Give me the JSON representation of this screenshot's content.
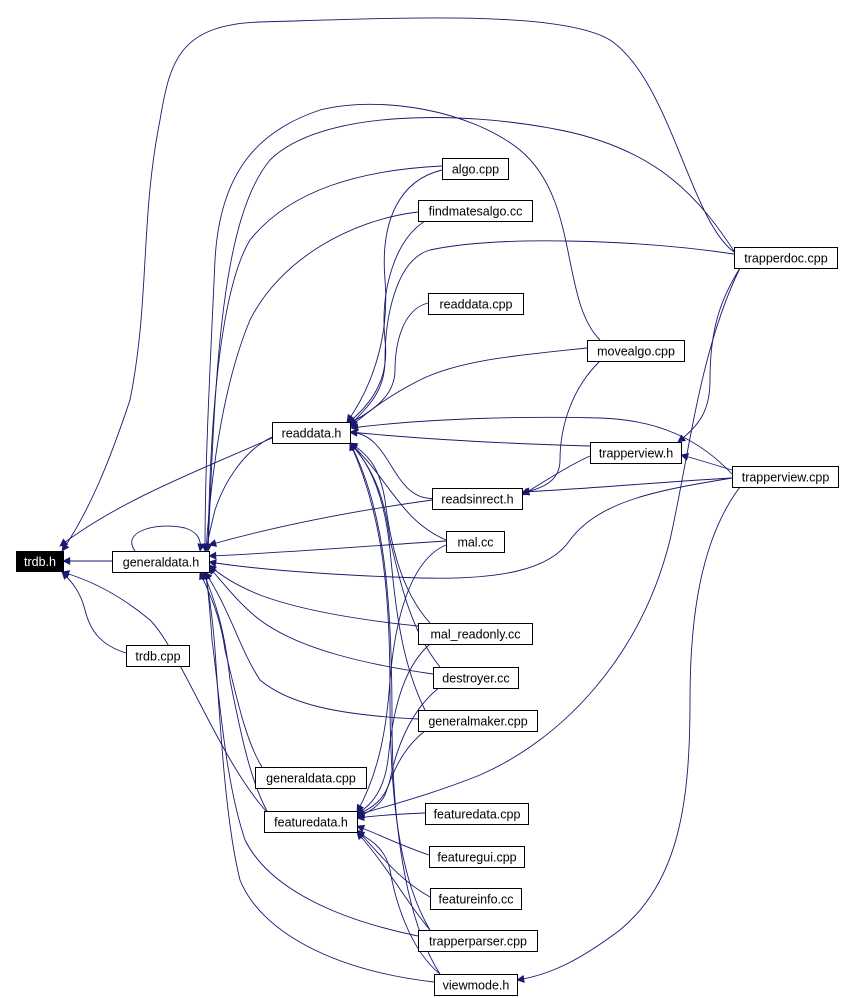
{
  "graph": {
    "colors": {
      "edge": "#191970",
      "node_border": "#000000",
      "root_fill": "#000000",
      "root_text": "#ffffff",
      "node_fill": "#ffffff",
      "node_text": "#000000"
    },
    "nodes": [
      {
        "id": "trdb_h",
        "label": "trdb.h",
        "root": true
      },
      {
        "id": "generaldata_h",
        "label": "generaldata.h"
      },
      {
        "id": "trdb_cpp",
        "label": "trdb.cpp"
      },
      {
        "id": "readdata_h",
        "label": "readdata.h"
      },
      {
        "id": "featuredata_h",
        "label": "featuredata.h"
      },
      {
        "id": "generaldata_cpp",
        "label": "generaldata.cpp"
      },
      {
        "id": "algo_cpp",
        "label": "algo.cpp"
      },
      {
        "id": "findmatesalgo_cc",
        "label": "findmatesalgo.cc"
      },
      {
        "id": "readdata_cpp",
        "label": "readdata.cpp"
      },
      {
        "id": "readsinrect_h",
        "label": "readsinrect.h"
      },
      {
        "id": "mal_cc",
        "label": "mal.cc"
      },
      {
        "id": "mal_readonly_cc",
        "label": "mal_readonly.cc"
      },
      {
        "id": "destroyer_cc",
        "label": "destroyer.cc"
      },
      {
        "id": "generalmaker_cpp",
        "label": "generalmaker.cpp"
      },
      {
        "id": "featuredata_cpp",
        "label": "featuredata.cpp"
      },
      {
        "id": "featuregui_cpp",
        "label": "featuregui.cpp"
      },
      {
        "id": "featureinfo_cc",
        "label": "featureinfo.cc"
      },
      {
        "id": "trapperparser_cpp",
        "label": "trapperparser.cpp"
      },
      {
        "id": "viewmode_h",
        "label": "viewmode.h"
      },
      {
        "id": "movealgo_cpp",
        "label": "movealgo.cpp"
      },
      {
        "id": "trapperdoc_cpp",
        "label": "trapperdoc.cpp"
      },
      {
        "id": "trapperview_h",
        "label": "trapperview.h"
      },
      {
        "id": "trapperview_cpp",
        "label": "trapperview.cpp"
      }
    ],
    "edges": [
      {
        "from": "generaldata_h",
        "to": "trdb_h"
      },
      {
        "from": "trdb_cpp",
        "to": "trdb_h"
      },
      {
        "from": "readdata_h",
        "to": "trdb_h"
      },
      {
        "from": "featuredata_h",
        "to": "trdb_h"
      },
      {
        "from": "trapperdoc_cpp",
        "to": "trdb_h"
      },
      {
        "from": "generaldata_h",
        "to": "generaldata_h"
      },
      {
        "from": "readdata_h",
        "to": "generaldata_h"
      },
      {
        "from": "readsinrect_h",
        "to": "generaldata_h"
      },
      {
        "from": "mal_cc",
        "to": "generaldata_h"
      },
      {
        "from": "mal_readonly_cc",
        "to": "generaldata_h"
      },
      {
        "from": "destroyer_cc",
        "to": "generaldata_h"
      },
      {
        "from": "generalmaker_cpp",
        "to": "generaldata_h"
      },
      {
        "from": "generaldata_cpp",
        "to": "generaldata_h"
      },
      {
        "from": "featuredata_h",
        "to": "generaldata_h"
      },
      {
        "from": "trapperparser_cpp",
        "to": "generaldata_h"
      },
      {
        "from": "viewmode_h",
        "to": "generaldata_h"
      },
      {
        "from": "algo_cpp",
        "to": "generaldata_h"
      },
      {
        "from": "findmatesalgo_cc",
        "to": "generaldata_h"
      },
      {
        "from": "movealgo_cpp",
        "to": "generaldata_h"
      },
      {
        "from": "trapperdoc_cpp",
        "to": "generaldata_h"
      },
      {
        "from": "trapperview_cpp",
        "to": "generaldata_h"
      },
      {
        "from": "algo_cpp",
        "to": "readdata_h"
      },
      {
        "from": "findmatesalgo_cc",
        "to": "readdata_h"
      },
      {
        "from": "readdata_cpp",
        "to": "readdata_h"
      },
      {
        "from": "trapperdoc_cpp",
        "to": "readdata_h"
      },
      {
        "from": "movealgo_cpp",
        "to": "readdata_h"
      },
      {
        "from": "trapperview_h",
        "to": "readdata_h"
      },
      {
        "from": "trapperview_cpp",
        "to": "readdata_h"
      },
      {
        "from": "readsinrect_h",
        "to": "readdata_h"
      },
      {
        "from": "mal_cc",
        "to": "readdata_h"
      },
      {
        "from": "mal_readonly_cc",
        "to": "readdata_h"
      },
      {
        "from": "destroyer_cc",
        "to": "readdata_h"
      },
      {
        "from": "generalmaker_cpp",
        "to": "readdata_h"
      },
      {
        "from": "trapperparser_cpp",
        "to": "readdata_h"
      },
      {
        "from": "viewmode_h",
        "to": "readdata_h"
      },
      {
        "from": "trapperview_h",
        "to": "readsinrect_h"
      },
      {
        "from": "trapperview_cpp",
        "to": "readsinrect_h"
      },
      {
        "from": "movealgo_cpp",
        "to": "readsinrect_h"
      },
      {
        "from": "trapperdoc_cpp",
        "to": "trapperview_h"
      },
      {
        "from": "trapperview_cpp",
        "to": "trapperview_h"
      },
      {
        "from": "featuredata_cpp",
        "to": "featuredata_h"
      },
      {
        "from": "featuregui_cpp",
        "to": "featuredata_h"
      },
      {
        "from": "featureinfo_cc",
        "to": "featuredata_h"
      },
      {
        "from": "trapperparser_cpp",
        "to": "featuredata_h"
      },
      {
        "from": "viewmode_h",
        "to": "featuredata_h"
      },
      {
        "from": "mal_cc",
        "to": "featuredata_h"
      },
      {
        "from": "mal_readonly_cc",
        "to": "featuredata_h"
      },
      {
        "from": "destroyer_cc",
        "to": "featuredata_h"
      },
      {
        "from": "generalmaker_cpp",
        "to": "featuredata_h"
      },
      {
        "from": "trapperdoc_cpp",
        "to": "featuredata_h"
      },
      {
        "from": "trapperview_cpp",
        "to": "viewmode_h"
      }
    ]
  }
}
